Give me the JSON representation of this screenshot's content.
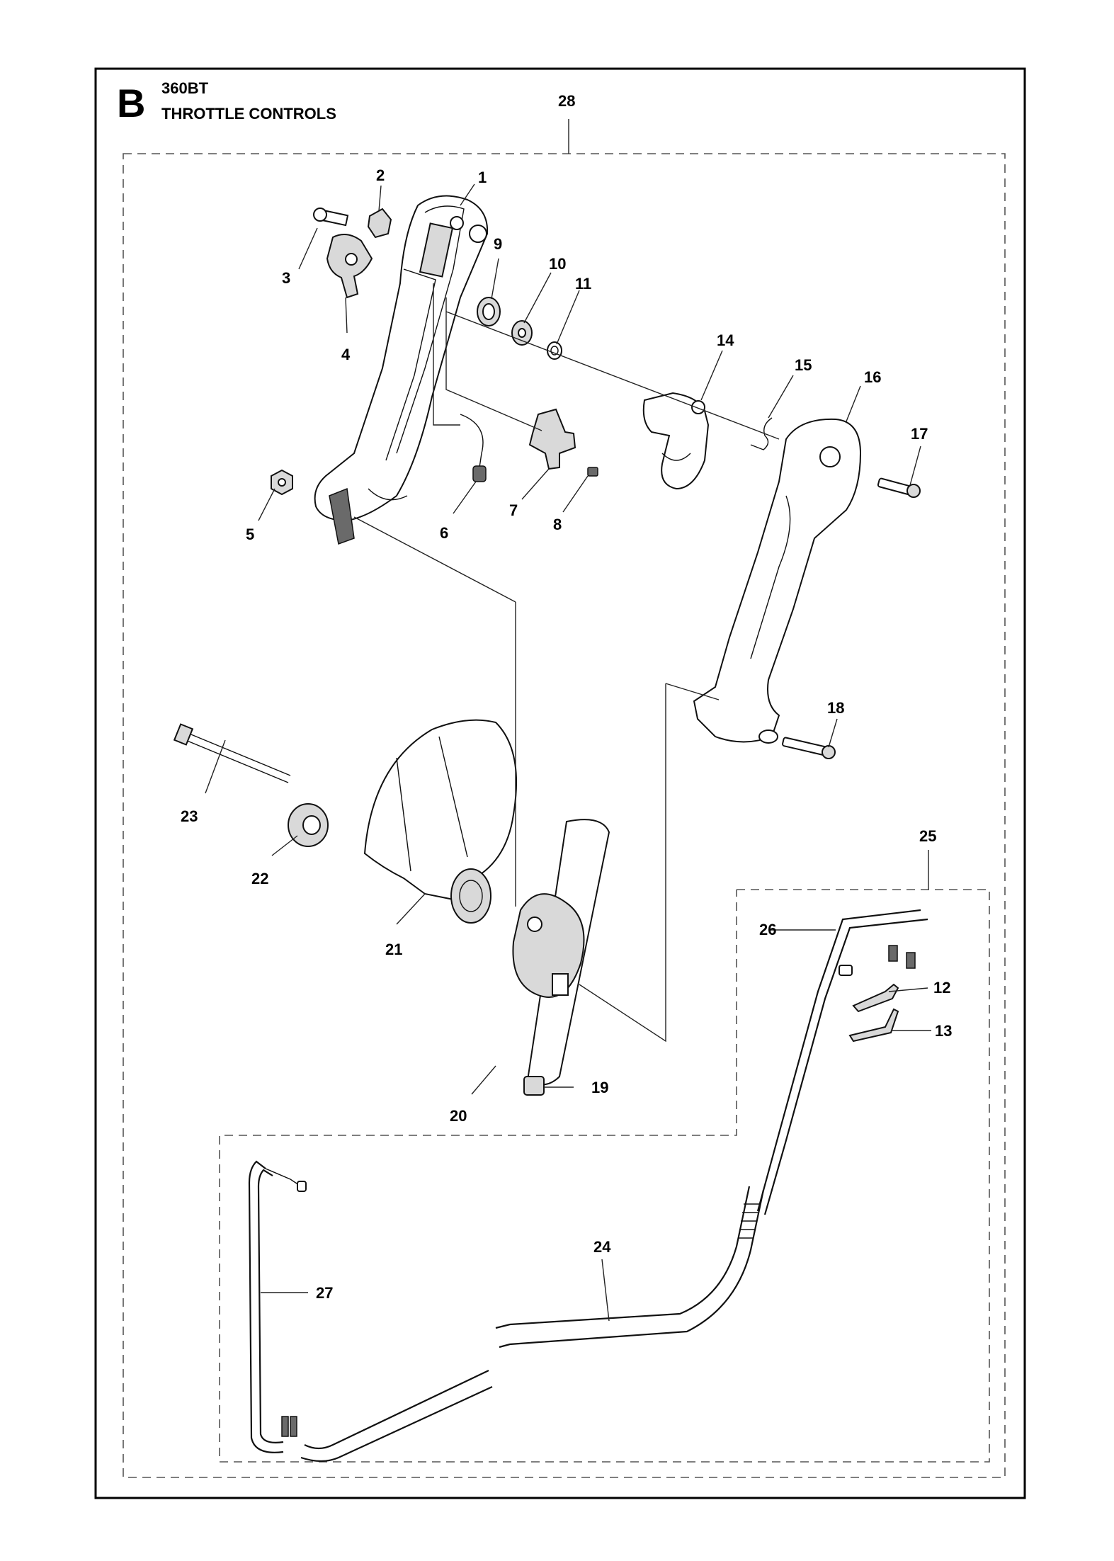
{
  "header": {
    "section_letter": "B",
    "model": "360BT",
    "title": "THROTTLE CONTROLS"
  },
  "callouts": {
    "c1": "1",
    "c2": "2",
    "c3": "3",
    "c4": "4",
    "c5": "5",
    "c6": "6",
    "c7": "7",
    "c8": "8",
    "c9": "9",
    "c10": "10",
    "c11": "11",
    "c12": "12",
    "c13": "13",
    "c14": "14",
    "c15": "15",
    "c16": "16",
    "c17": "17",
    "c18": "18",
    "c19": "19",
    "c20": "20",
    "c21": "21",
    "c22": "22",
    "c23": "23",
    "c24": "24",
    "c25": "25",
    "c26": "26",
    "c27": "27",
    "c28": "28"
  }
}
